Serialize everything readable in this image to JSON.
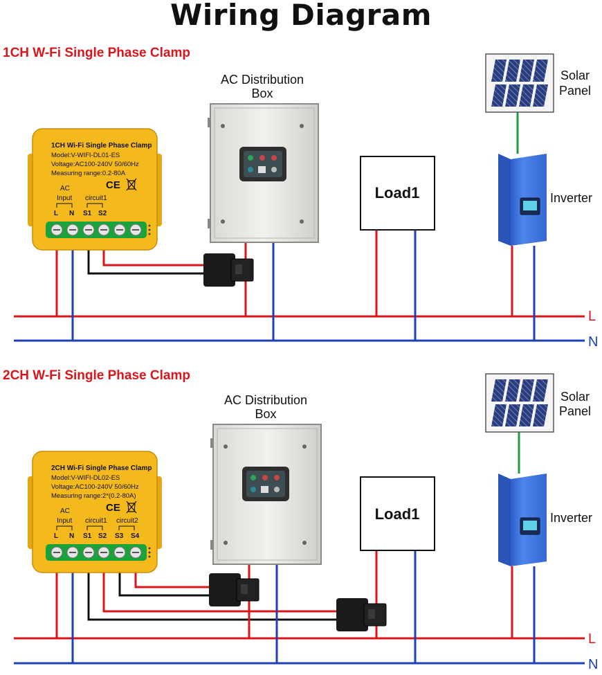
{
  "title": "Wiring Diagram",
  "sections": [
    {
      "heading": "1CH W-Fi Single Phase Clamp",
      "device": {
        "title": "1CH Wi-Fi Single Phase Clamp",
        "model": "Model:V-WIFI-DL01-ES",
        "voltage": "Voltage:AC100-240V 50/60Hz",
        "range": "Measuring range:0.2-80A",
        "ce": "CE",
        "ac_label": "AC",
        "input_label": "Input",
        "circuit1_label": "circuit1",
        "terminals": [
          "L",
          "N",
          "S1",
          "S2"
        ]
      },
      "box_label": [
        "AC Distribution",
        "Box"
      ],
      "load_label": "Load1",
      "solar_label": [
        "Solar",
        "Panel"
      ],
      "inverter_label": "Inverter",
      "line_L": "L",
      "line_N": "N"
    },
    {
      "heading": "2CH W-Fi Single Phase Clamp",
      "device": {
        "title": "2CH Wi-Fi Single Phase Clamp",
        "model": "Model:V-WIFI-DL02-ES",
        "voltage": "Voltage:AC100-240V 50/60Hz",
        "range": "Measuring range:2*(0.2-80A)",
        "ce": "CE",
        "ac_label": "AC",
        "input_label": "Input",
        "circuit1_label": "circuit1",
        "circuit2_label": "circuit2",
        "terminals": [
          "L",
          "N",
          "S1",
          "S2",
          "S3",
          "S4"
        ]
      },
      "box_label": [
        "AC Distribution",
        "Box"
      ],
      "load_label": "Load1",
      "solar_label": [
        "Solar",
        "Panel"
      ],
      "inverter_label": "Inverter",
      "line_L": "L",
      "line_N": "N"
    }
  ],
  "colors": {
    "live": "#d9161b",
    "neutral": "#1f3fb5",
    "signal": "#111111",
    "ground": "#1f9a3c",
    "device": "#f4b91d",
    "terminal": "#1aa33a",
    "inverter": "#3f77e0"
  }
}
